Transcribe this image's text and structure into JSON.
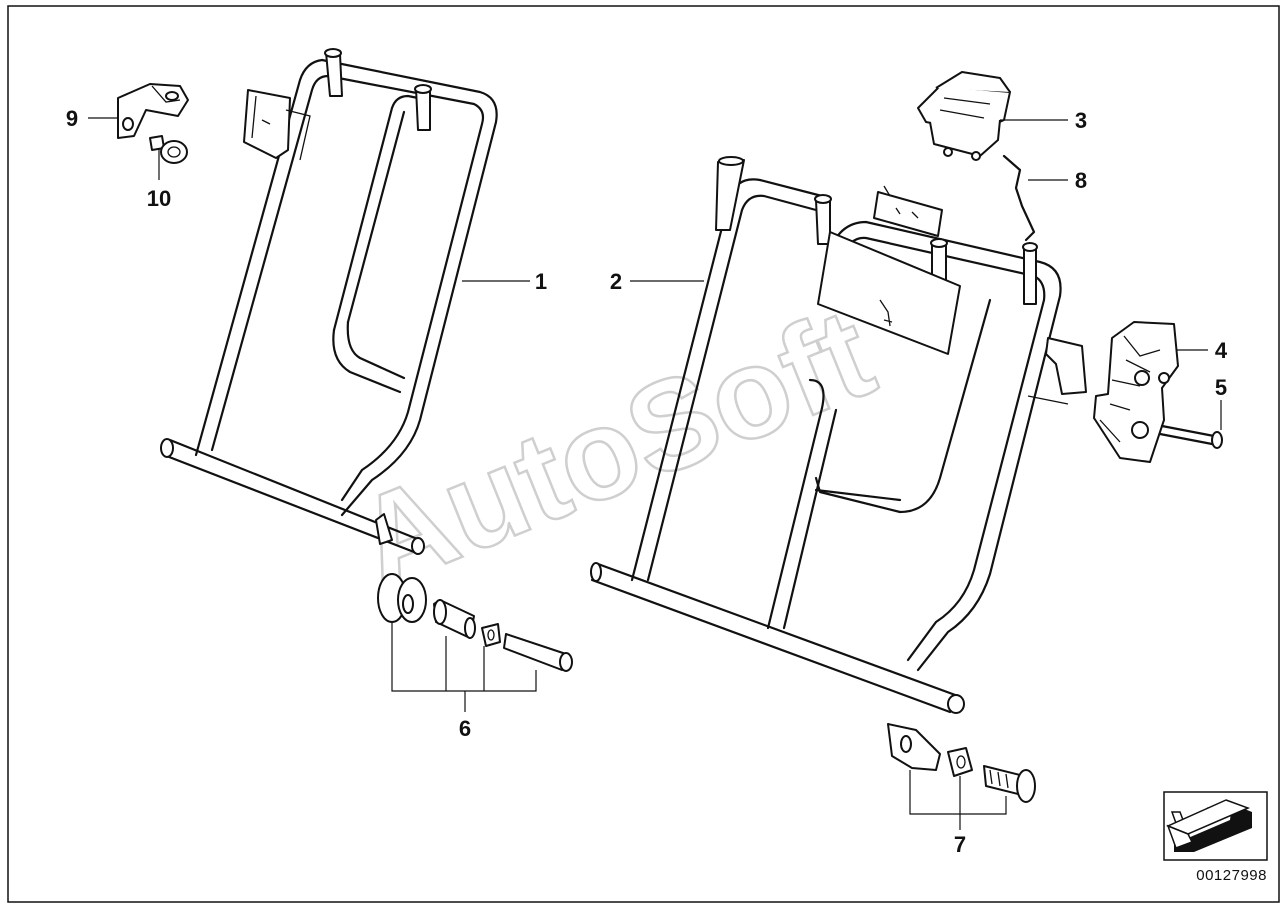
{
  "callouts": [
    {
      "id": "1",
      "label": "1"
    },
    {
      "id": "2",
      "label": "2"
    },
    {
      "id": "3",
      "label": "3"
    },
    {
      "id": "4",
      "label": "4"
    },
    {
      "id": "5",
      "label": "5"
    },
    {
      "id": "6",
      "label": "6"
    },
    {
      "id": "7",
      "label": "7"
    },
    {
      "id": "8",
      "label": "8"
    },
    {
      "id": "9",
      "label": "9"
    },
    {
      "id": "10",
      "label": "10"
    }
  ],
  "watermark": "AutoSoft",
  "reference_number": "00127998",
  "colors": {
    "line": "#111111",
    "background": "#ffffff",
    "watermark": "#cfcfcf"
  },
  "icons": {
    "orientation": "direction-arrow-icon"
  }
}
